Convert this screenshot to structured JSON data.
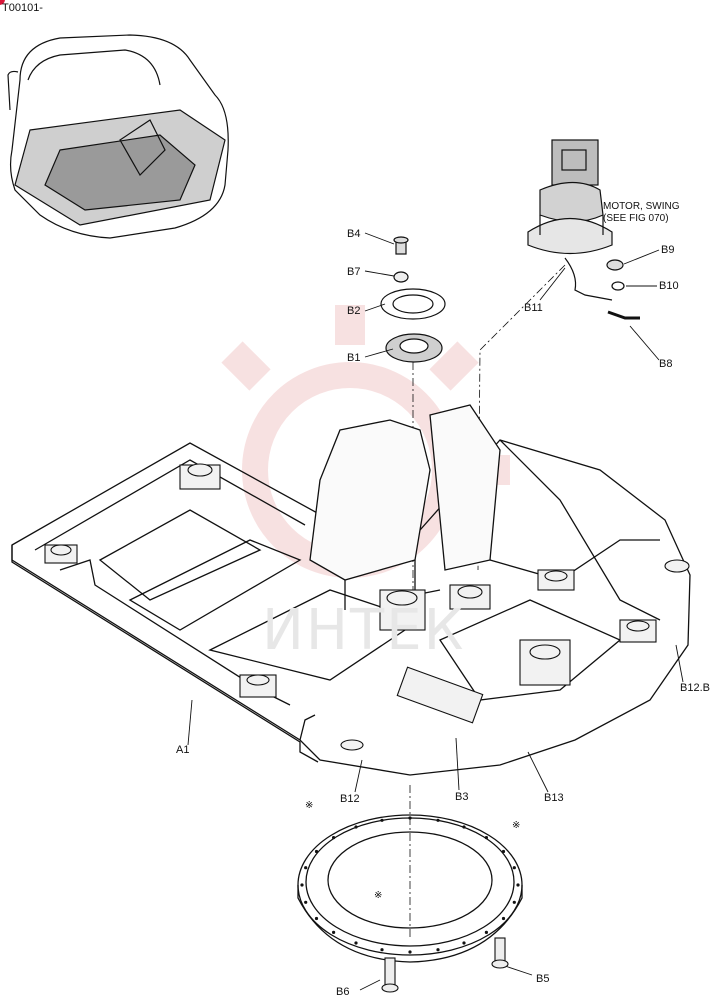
{
  "drawing_code": "T00101-",
  "watermark": "ИНТЕК",
  "note_motor_line1": "MOTOR, SWING",
  "note_motor_line2": "(SEE FIG 070)",
  "ref_mark": "※",
  "labels": {
    "A1": "A1",
    "B1": "B1",
    "B2": "B2",
    "B3": "B3",
    "B4": "B4",
    "B5": "B5",
    "B6": "B6",
    "B7": "B7",
    "B8": "B8",
    "B9": "B9",
    "B10": "B10",
    "B11": "B11",
    "B12": "B12",
    "B12B": "B12.B",
    "B13": "B13"
  },
  "colors": {
    "line": "#111111",
    "watermark": "#f2c9c9",
    "accent": "#d8173a"
  }
}
